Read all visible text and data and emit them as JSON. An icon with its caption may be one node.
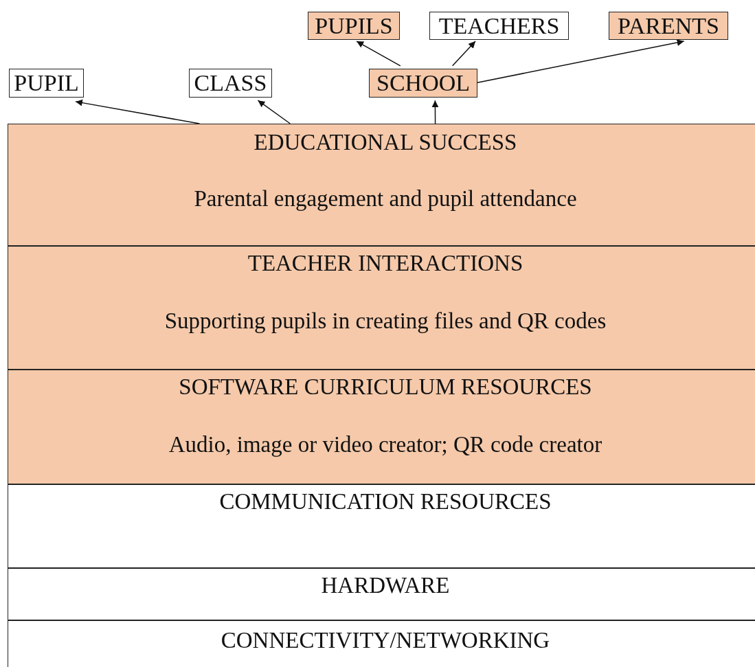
{
  "diagram": {
    "nodes": [
      {
        "text": [
          "PUPILS"
        ]
      },
      {
        "text": [
          "TEACHERS"
        ]
      },
      {
        "text": [
          "PARENTS"
        ]
      },
      {
        "text": [
          "PUPIL"
        ]
      },
      {
        "text": [
          "CLASS"
        ]
      },
      {
        "text": [
          "SCHOOL"
        ]
      },
      {
        "text": [
          "EDUCATIONAL SUCCESS",
          "Parental engagement and pupil attendance"
        ]
      },
      {
        "text": [
          "TEACHER INTERACTIONS",
          "Supporting pupils in creating files and QR codes"
        ]
      },
      {
        "text": [
          "SOFTWARE CURRICULUM RESOURCES",
          "Audio, image or video creator; QR code creator"
        ]
      },
      {
        "text": [
          "COMMUNICATION RESOURCES"
        ]
      },
      {
        "text": [
          "HARDWARE"
        ]
      },
      {
        "text": [
          "CONNECTIVITY/NETWORKING"
        ]
      }
    ],
    "edges": [
      {
        "from": 6,
        "to": 3,
        "arrow": "to"
      },
      {
        "from": 6,
        "to": 4,
        "arrow": "to"
      },
      {
        "from": 6,
        "to": 5,
        "arrow": "to"
      },
      {
        "from": 5,
        "to": 0,
        "arrow": "to"
      },
      {
        "from": 5,
        "to": 1,
        "arrow": "to"
      },
      {
        "from": 5,
        "to": 2,
        "arrow": "to"
      }
    ]
  }
}
